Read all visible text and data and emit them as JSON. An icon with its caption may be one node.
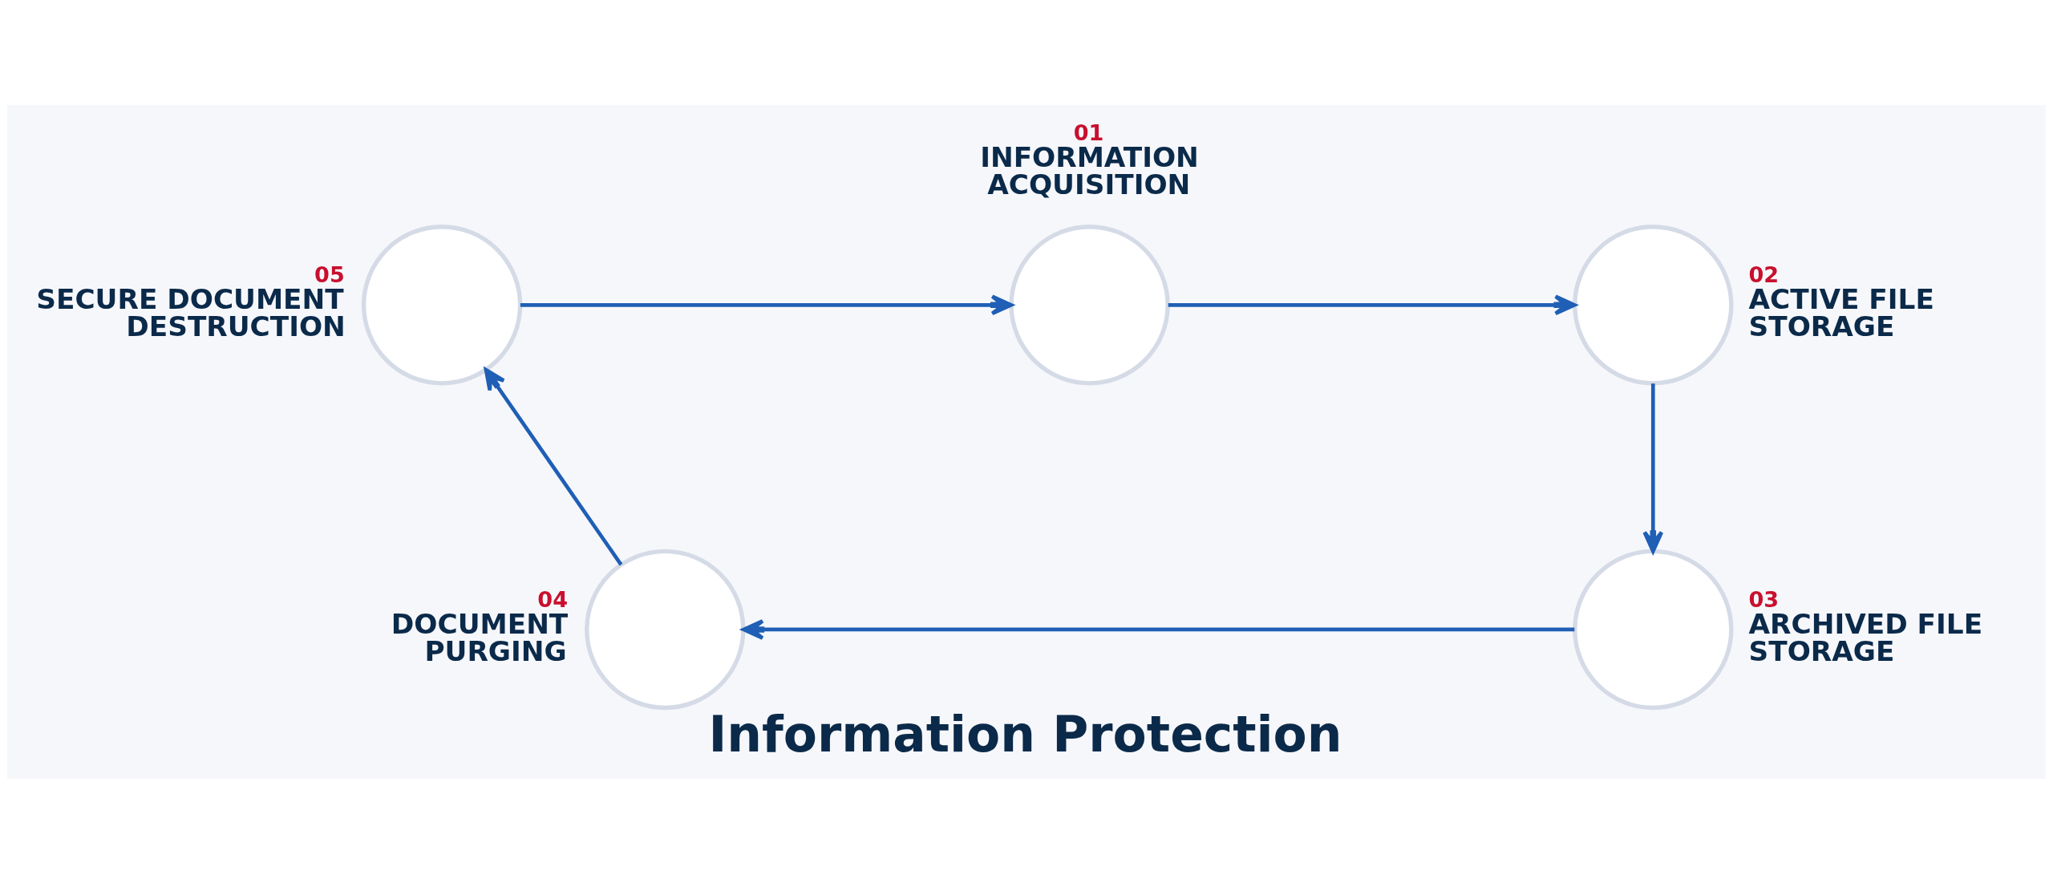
{
  "diagram": {
    "title": "Information Protection",
    "nodes": [
      {
        "text": [
          "01",
          "INFORMATION ACQUISITION"
        ]
      },
      {
        "text": [
          "02",
          "ACTIVE FILE STORAGE"
        ]
      },
      {
        "text": [
          "03",
          "ARCHIVED FILE STORAGE"
        ]
      },
      {
        "text": [
          "04",
          "DOCUMENT PURGING"
        ]
      },
      {
        "text": [
          "05",
          "SECURE DOCUMENT DESTRUCTION"
        ]
      }
    ],
    "edges": [
      {
        "from": 0,
        "to": 1,
        "arrow": "to"
      },
      {
        "from": 1,
        "to": 2,
        "arrow": "to"
      },
      {
        "from": 2,
        "to": 3,
        "arrow": "to"
      },
      {
        "from": 3,
        "to": 4,
        "arrow": "to"
      },
      {
        "from": 4,
        "to": 0,
        "arrow": "to"
      }
    ]
  }
}
